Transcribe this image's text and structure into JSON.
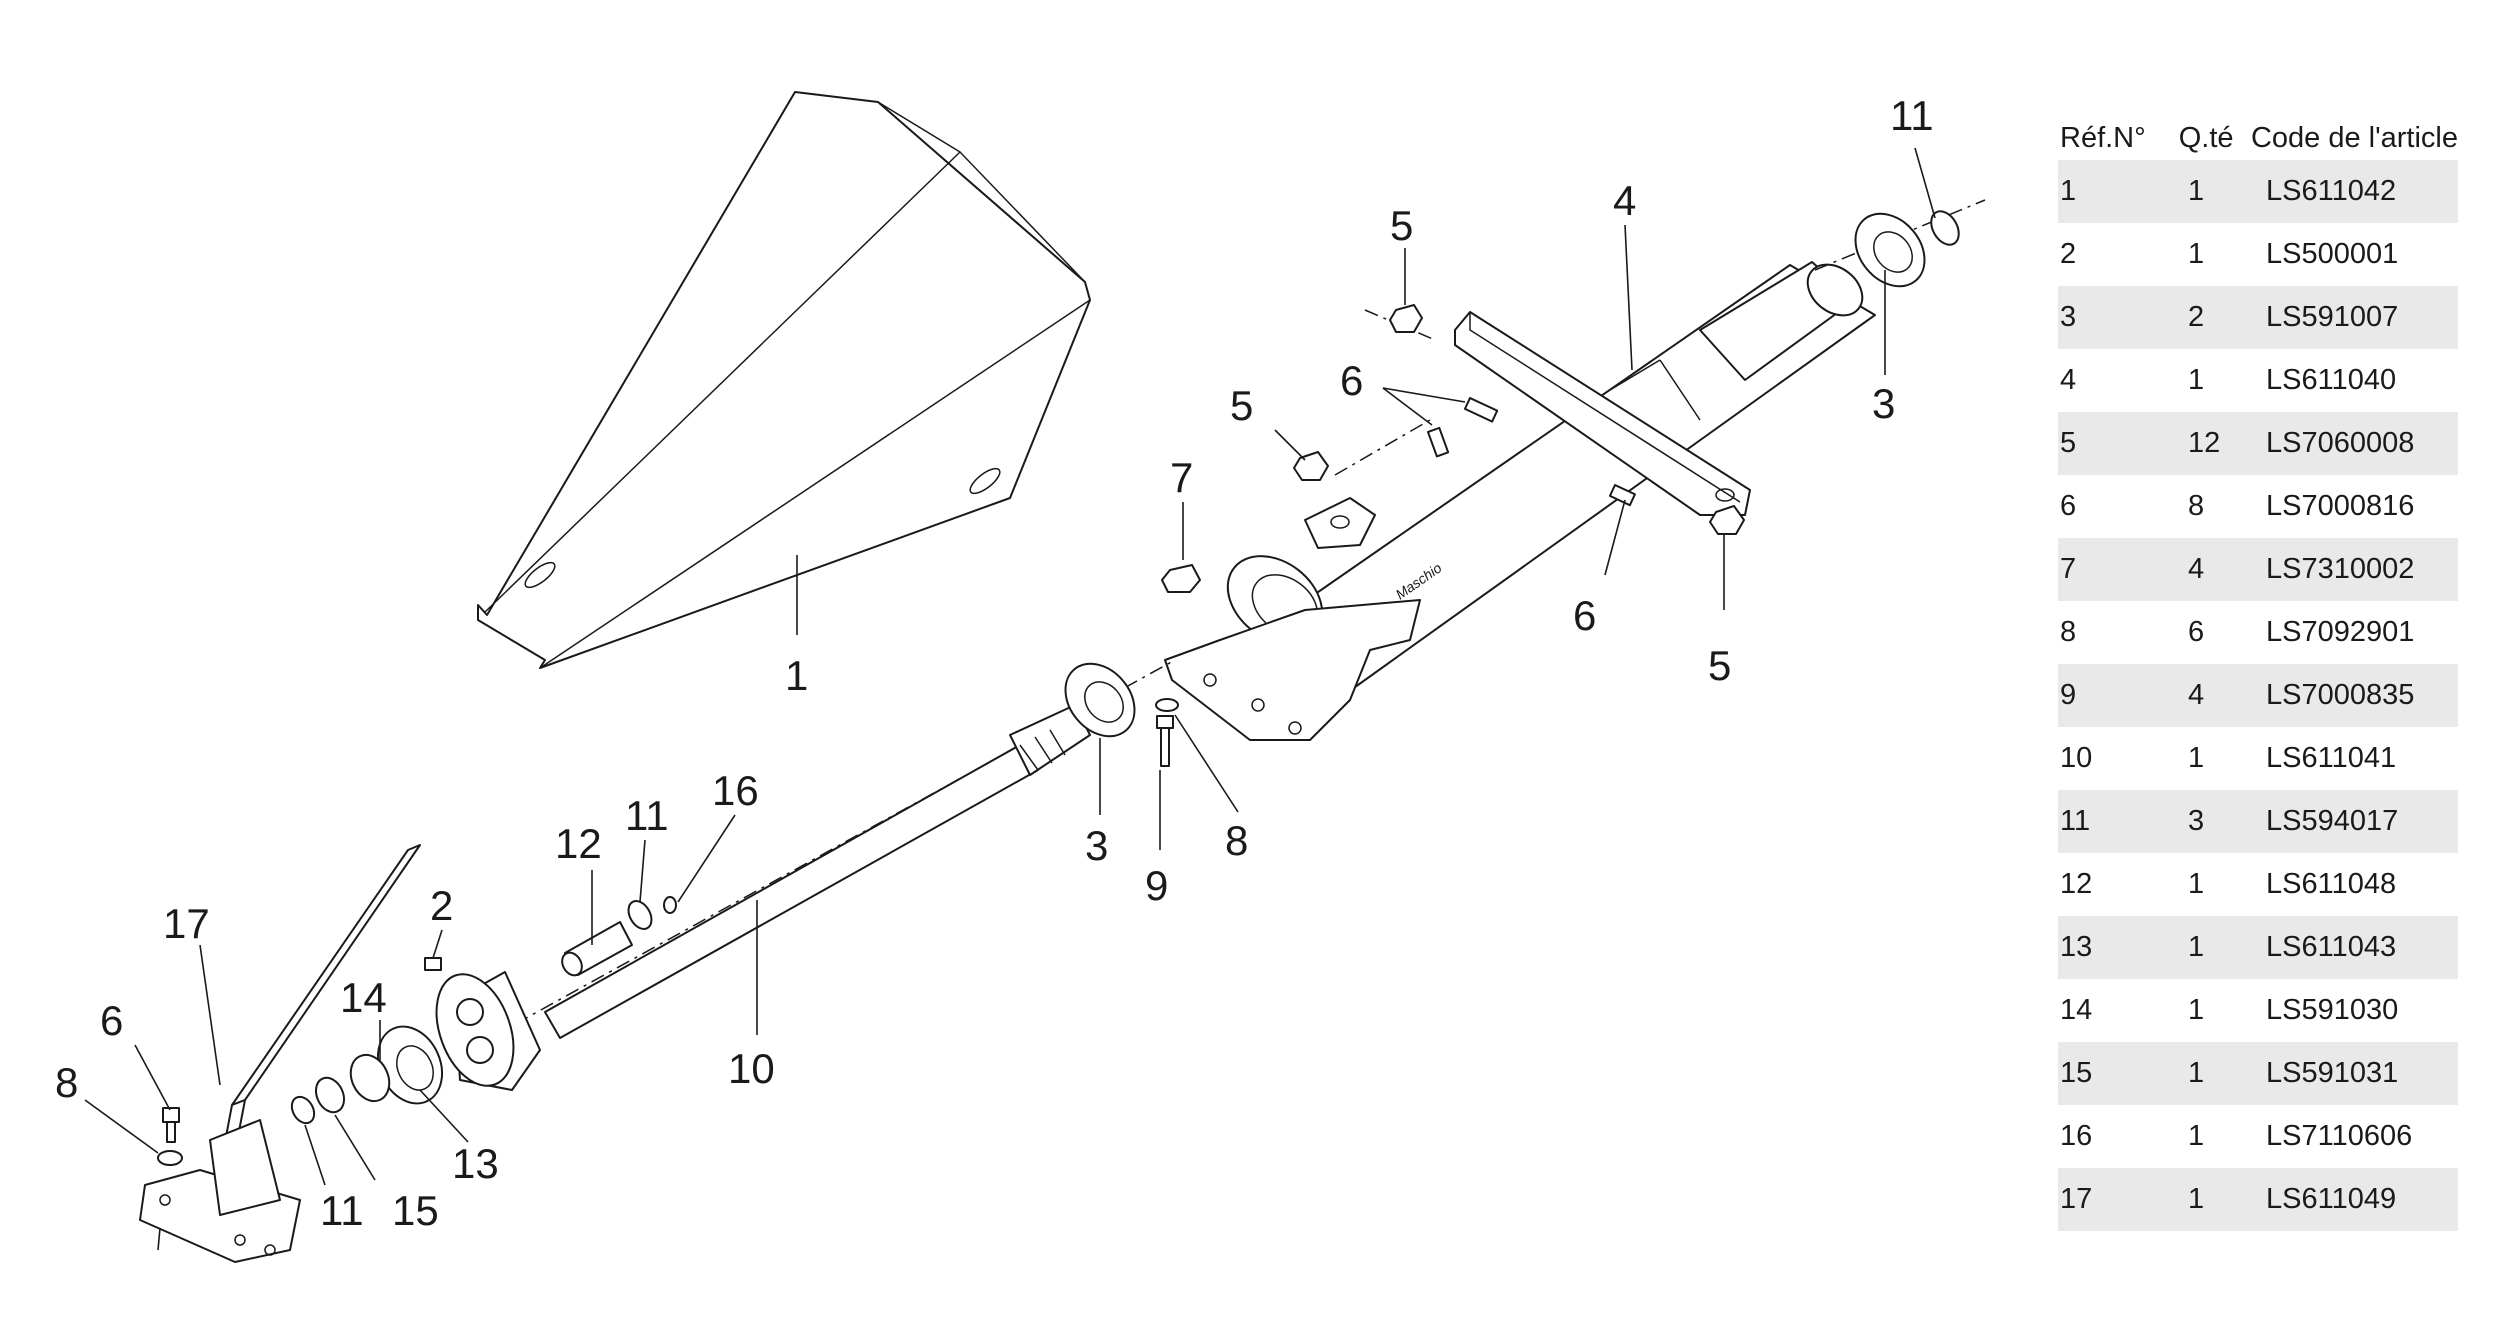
{
  "table": {
    "headers": {
      "ref": "Réf.N°",
      "qty": "Q.té",
      "code": "Code de l'article"
    },
    "rows": [
      {
        "ref": "1",
        "qty": "1",
        "code": "LS611042"
      },
      {
        "ref": "2",
        "qty": "1",
        "code": "LS500001"
      },
      {
        "ref": "3",
        "qty": "2",
        "code": "LS591007"
      },
      {
        "ref": "4",
        "qty": "1",
        "code": "LS611040"
      },
      {
        "ref": "5",
        "qty": "12",
        "code": "LS7060008"
      },
      {
        "ref": "6",
        "qty": "8",
        "code": "LS7000816"
      },
      {
        "ref": "7",
        "qty": "4",
        "code": "LS7310002"
      },
      {
        "ref": "8",
        "qty": "6",
        "code": "LS7092901"
      },
      {
        "ref": "9",
        "qty": "4",
        "code": "LS7000835"
      },
      {
        "ref": "10",
        "qty": "1",
        "code": "LS611041"
      },
      {
        "ref": "11",
        "qty": "3",
        "code": "LS594017"
      },
      {
        "ref": "12",
        "qty": "1",
        "code": "LS611048"
      },
      {
        "ref": "13",
        "qty": "1",
        "code": "LS611043"
      },
      {
        "ref": "14",
        "qty": "1",
        "code": "LS591030"
      },
      {
        "ref": "15",
        "qty": "1",
        "code": "LS591031"
      },
      {
        "ref": "16",
        "qty": "1",
        "code": "LS7110606"
      },
      {
        "ref": "17",
        "qty": "1",
        "code": "LS611049"
      }
    ]
  },
  "callouts": {
    "c1": "1",
    "c2": "2",
    "c3a": "3",
    "c3b": "3",
    "c4": "4",
    "c5a": "5",
    "c5b": "5",
    "c5c": "5",
    "c6a": "6",
    "c6b": "6",
    "c6c": "6",
    "c7": "7",
    "c8a": "8",
    "c8b": "8",
    "c9": "9",
    "c10": "10",
    "c11a": "11",
    "c11b": "11",
    "c11c": "11",
    "c12": "12",
    "c13": "13",
    "c14": "14",
    "c15": "15",
    "c16": "16",
    "c17": "17"
  },
  "tube_marking": "Maschio"
}
